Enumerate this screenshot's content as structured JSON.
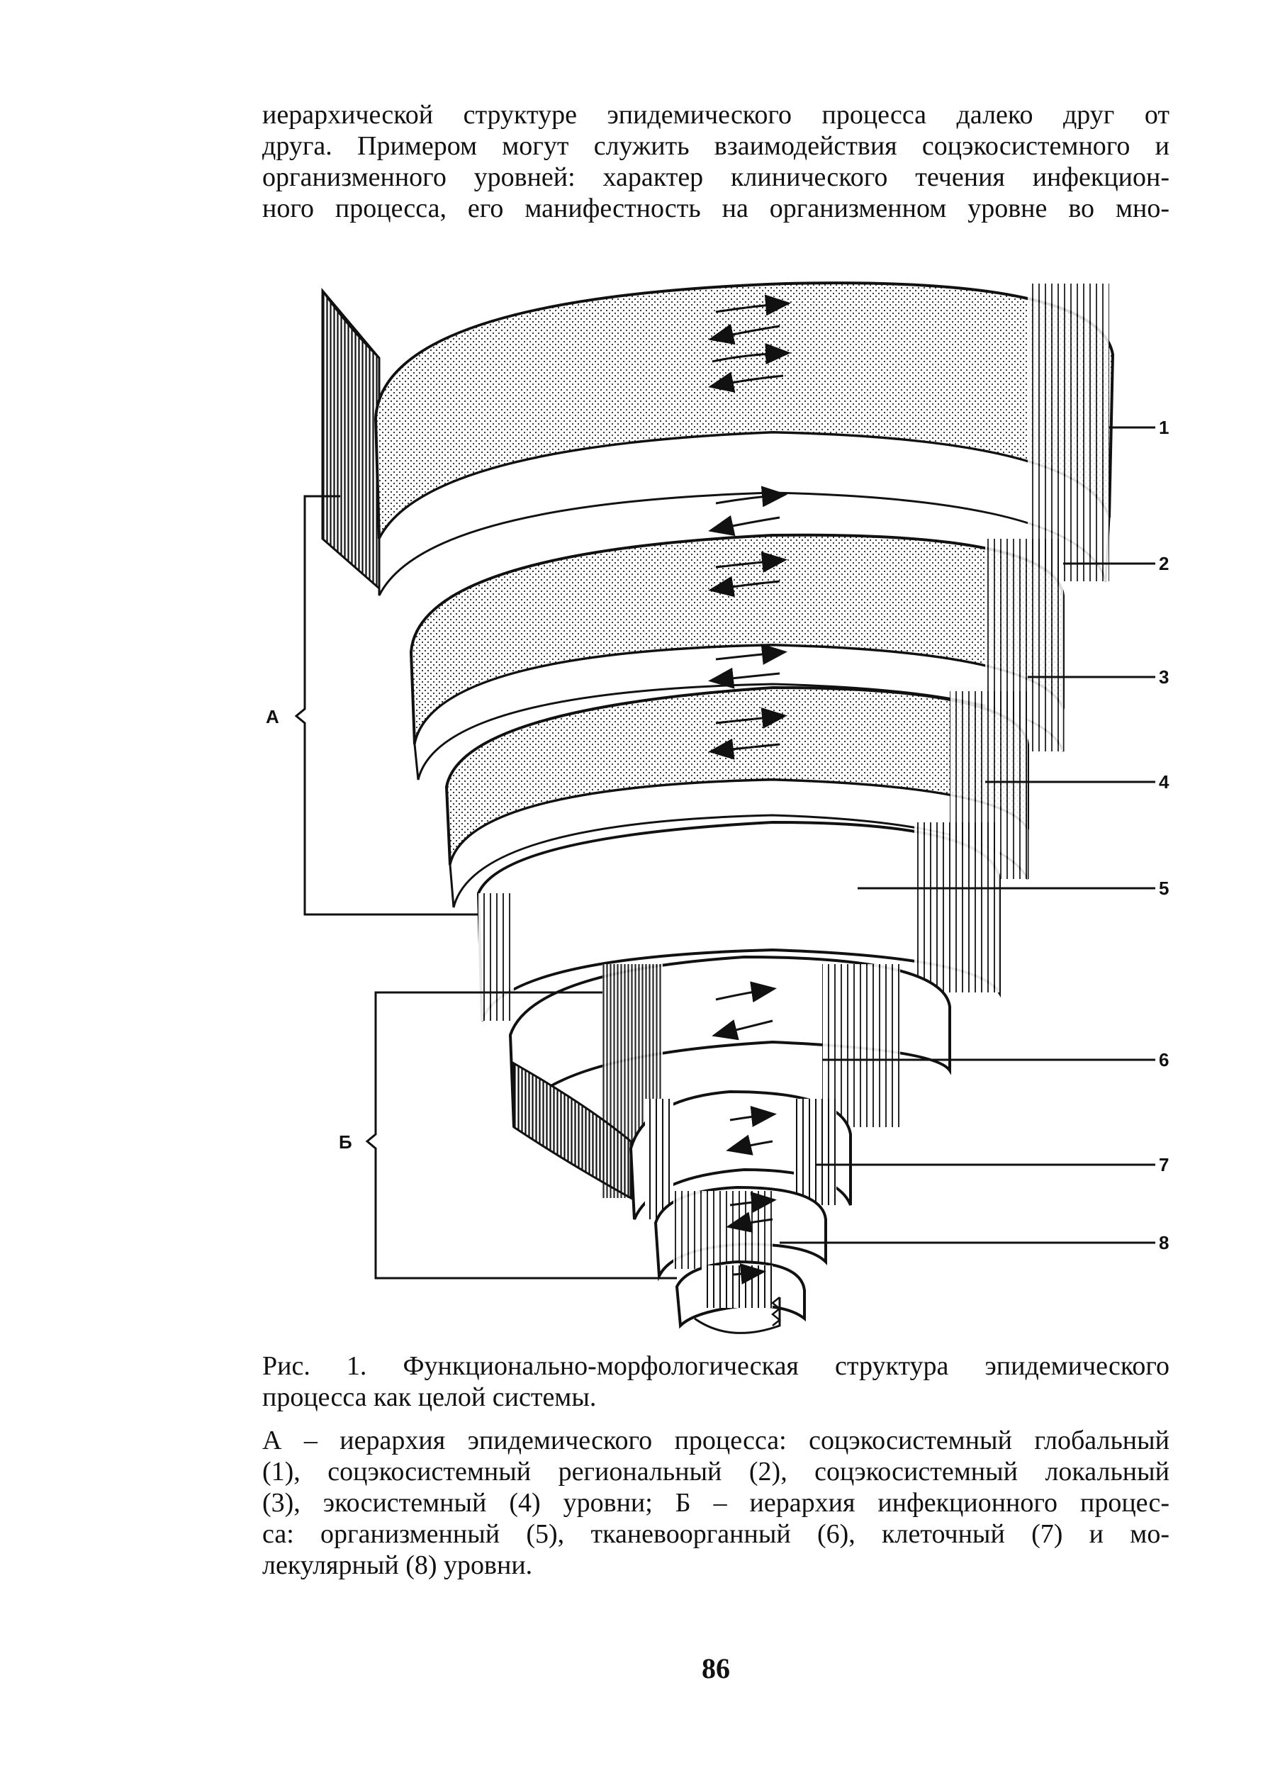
{
  "body_text": {
    "lines": [
      "иерархической структуре эпидемического процесса далеко друг от",
      "друга. Примером могут служить взаимодействия соцэкосистемного и",
      "организменного уровней: характер клинического течения инфекцион-",
      "ного процесса, его манифестность на организменном уровне во мно-"
    ]
  },
  "figure": {
    "level_labels": [
      "1",
      "2",
      "3",
      "4",
      "5",
      "6",
      "7",
      "8"
    ],
    "group_a_label": "А",
    "group_b_label": "Б"
  },
  "caption": {
    "title_lines": [
      "Рис. 1. Функционально-морфологическая структура эпидемического",
      "процесса как целой системы."
    ],
    "text_lines": [
      "А – иерархия эпидемического процесса: соцэкосистемный глобальный",
      "(1), соцэкосистемный региональный (2), соцэкосистемный локальный",
      "(3), экосистемный (4) уровни; Б – иерархия инфекционного процес-",
      "са: организменный (5), тканевоорганный (6), клеточный (7) и мо-",
      "лекулярный (8) уровни."
    ]
  },
  "page_number": "86"
}
